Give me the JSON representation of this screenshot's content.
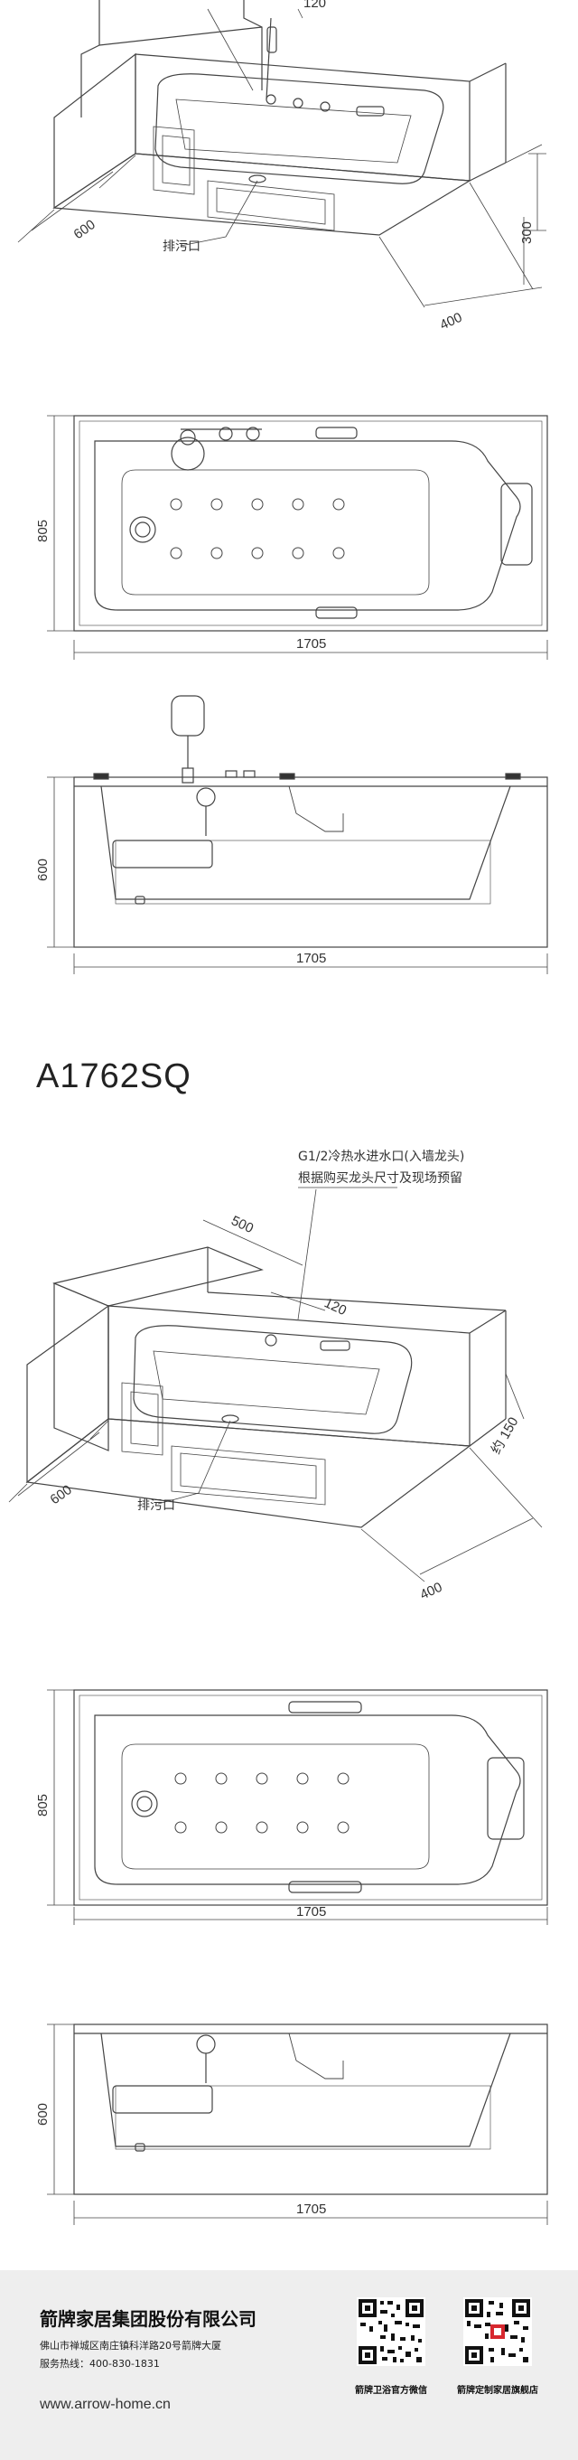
{
  "top_iso": {
    "drain_label": "排污口",
    "dim_depth": "600",
    "dim_height": "300",
    "dim_offset": "400",
    "dim_top": "120"
  },
  "plan1": {
    "width": "1705",
    "height": "805"
  },
  "side1": {
    "width": "1705",
    "height": "600"
  },
  "model": {
    "name": "A1762SQ"
  },
  "iso2": {
    "note_line1": "G1/2冷热水进水口(入墙龙头)",
    "note_line2": "根据购买龙头尺寸及现场预留",
    "dim_500": "500",
    "dim_120": "120",
    "dim_150": "约 150",
    "dim_depth": "600",
    "dim_offset": "400",
    "drain_label": "排污口"
  },
  "plan2": {
    "width": "1705",
    "height": "805"
  },
  "side2": {
    "width": "1705",
    "height": "600"
  },
  "footer": {
    "company": "箭牌家居集团股份有限公司",
    "address": "佛山市禅城区南庄镇科洋路20号箭牌大厦",
    "hotline": "服务热线：400-830-1831",
    "website": "www.arrow-home.cn",
    "qr1_caption": "箭牌卫浴官方微信",
    "qr2_caption": "箭牌定制家居旗舰店"
  }
}
